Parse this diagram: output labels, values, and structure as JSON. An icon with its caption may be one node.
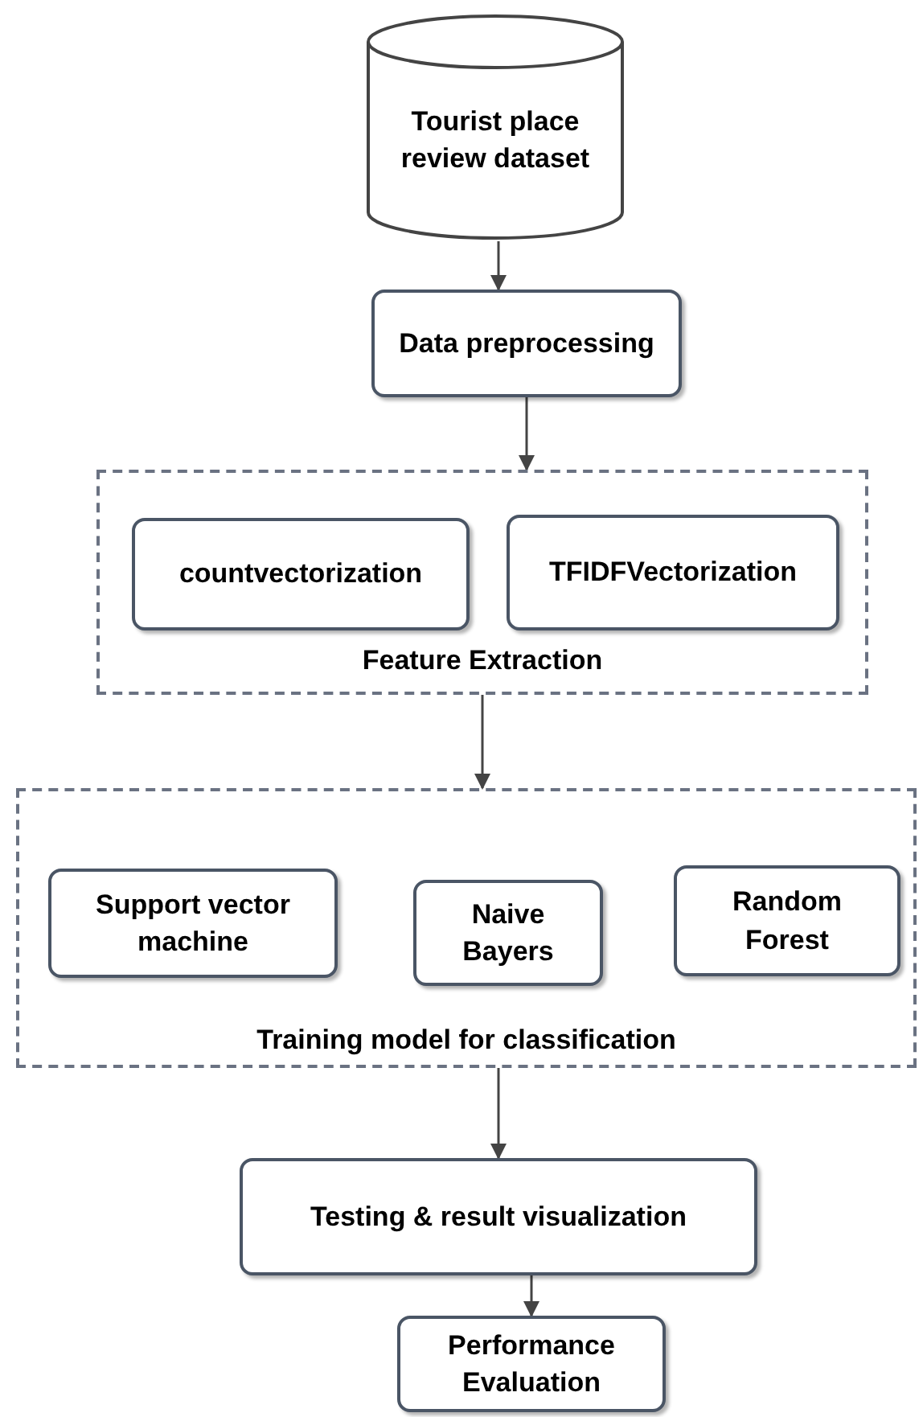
{
  "diagram": {
    "nodes": [
      {
        "text": [
          "Tourist place review dataset"
        ]
      },
      {
        "text": [
          "Data preprocessing"
        ]
      },
      {
        "text": [
          "Feature Extraction"
        ]
      },
      {
        "text": [
          "countvectorization"
        ],
        "in": 2
      },
      {
        "text": [
          "TFIDFVectorization"
        ],
        "in": 2
      },
      {
        "text": [
          "Training model for classification"
        ]
      },
      {
        "text": [
          "Support vector machine"
        ],
        "in": 5
      },
      {
        "text": [
          "Naive Bayers"
        ],
        "in": 5
      },
      {
        "text": [
          "Random Forest"
        ],
        "in": 5
      },
      {
        "text": [
          "Testing & result visualization"
        ]
      },
      {
        "text": [
          "Performance Evaluation"
        ]
      }
    ],
    "edges": [
      {
        "from": 0,
        "to": 1,
        "arrow": "to"
      },
      {
        "from": 1,
        "to": 2,
        "arrow": "to"
      },
      {
        "from": 2,
        "to": 5,
        "arrow": "to"
      },
      {
        "from": 5,
        "to": 9,
        "arrow": "to"
      },
      {
        "from": 9,
        "to": 10,
        "arrow": "to"
      }
    ]
  }
}
